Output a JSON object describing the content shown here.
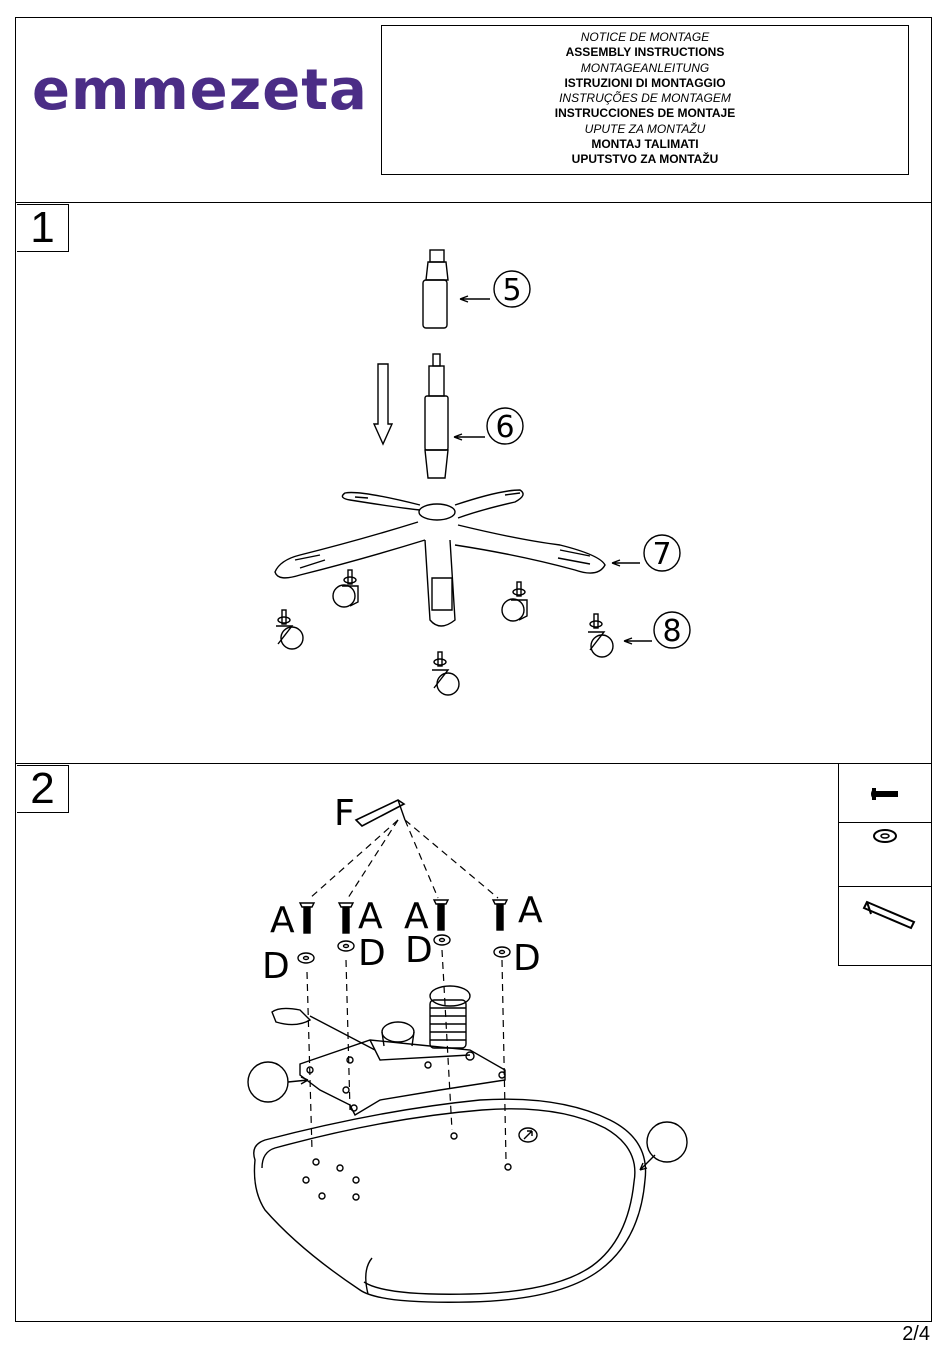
{
  "brand": {
    "logo_text": "emmezeta"
  },
  "title_lines": [
    {
      "text": "NOTICE DE MONTAGE",
      "style": "it"
    },
    {
      "text": "ASSEMBLY INSTRUCTIONS",
      "style": "b"
    },
    {
      "text": "MONTAGEANLEITUNG",
      "style": "it"
    },
    {
      "text": "ISTRUZIONI DI MONTAGGIO",
      "style": "b"
    },
    {
      "text": "INSTRUÇÕES DE MONTAGEM",
      "style": "it"
    },
    {
      "text": "INSTRUCCIONES DE MONTAJE",
      "style": "b"
    },
    {
      "text": "UPUTE ZA MONTAŽU",
      "style": "it"
    },
    {
      "text": "MONTAJ TALIMATI",
      "style": "b"
    },
    {
      "text": "UPUTSTVO ZA MONTAŽU",
      "style": "b"
    }
  ],
  "steps": [
    {
      "number": "1",
      "callouts": [
        "5",
        "6",
        "7",
        "8"
      ]
    },
    {
      "number": "2",
      "labels": {
        "a": "A",
        "d": "D",
        "f": "F"
      }
    }
  ],
  "hardware_icons": [
    "bolt-icon",
    "washer-icon",
    "allen-key-icon"
  ],
  "page_number": "2/4"
}
